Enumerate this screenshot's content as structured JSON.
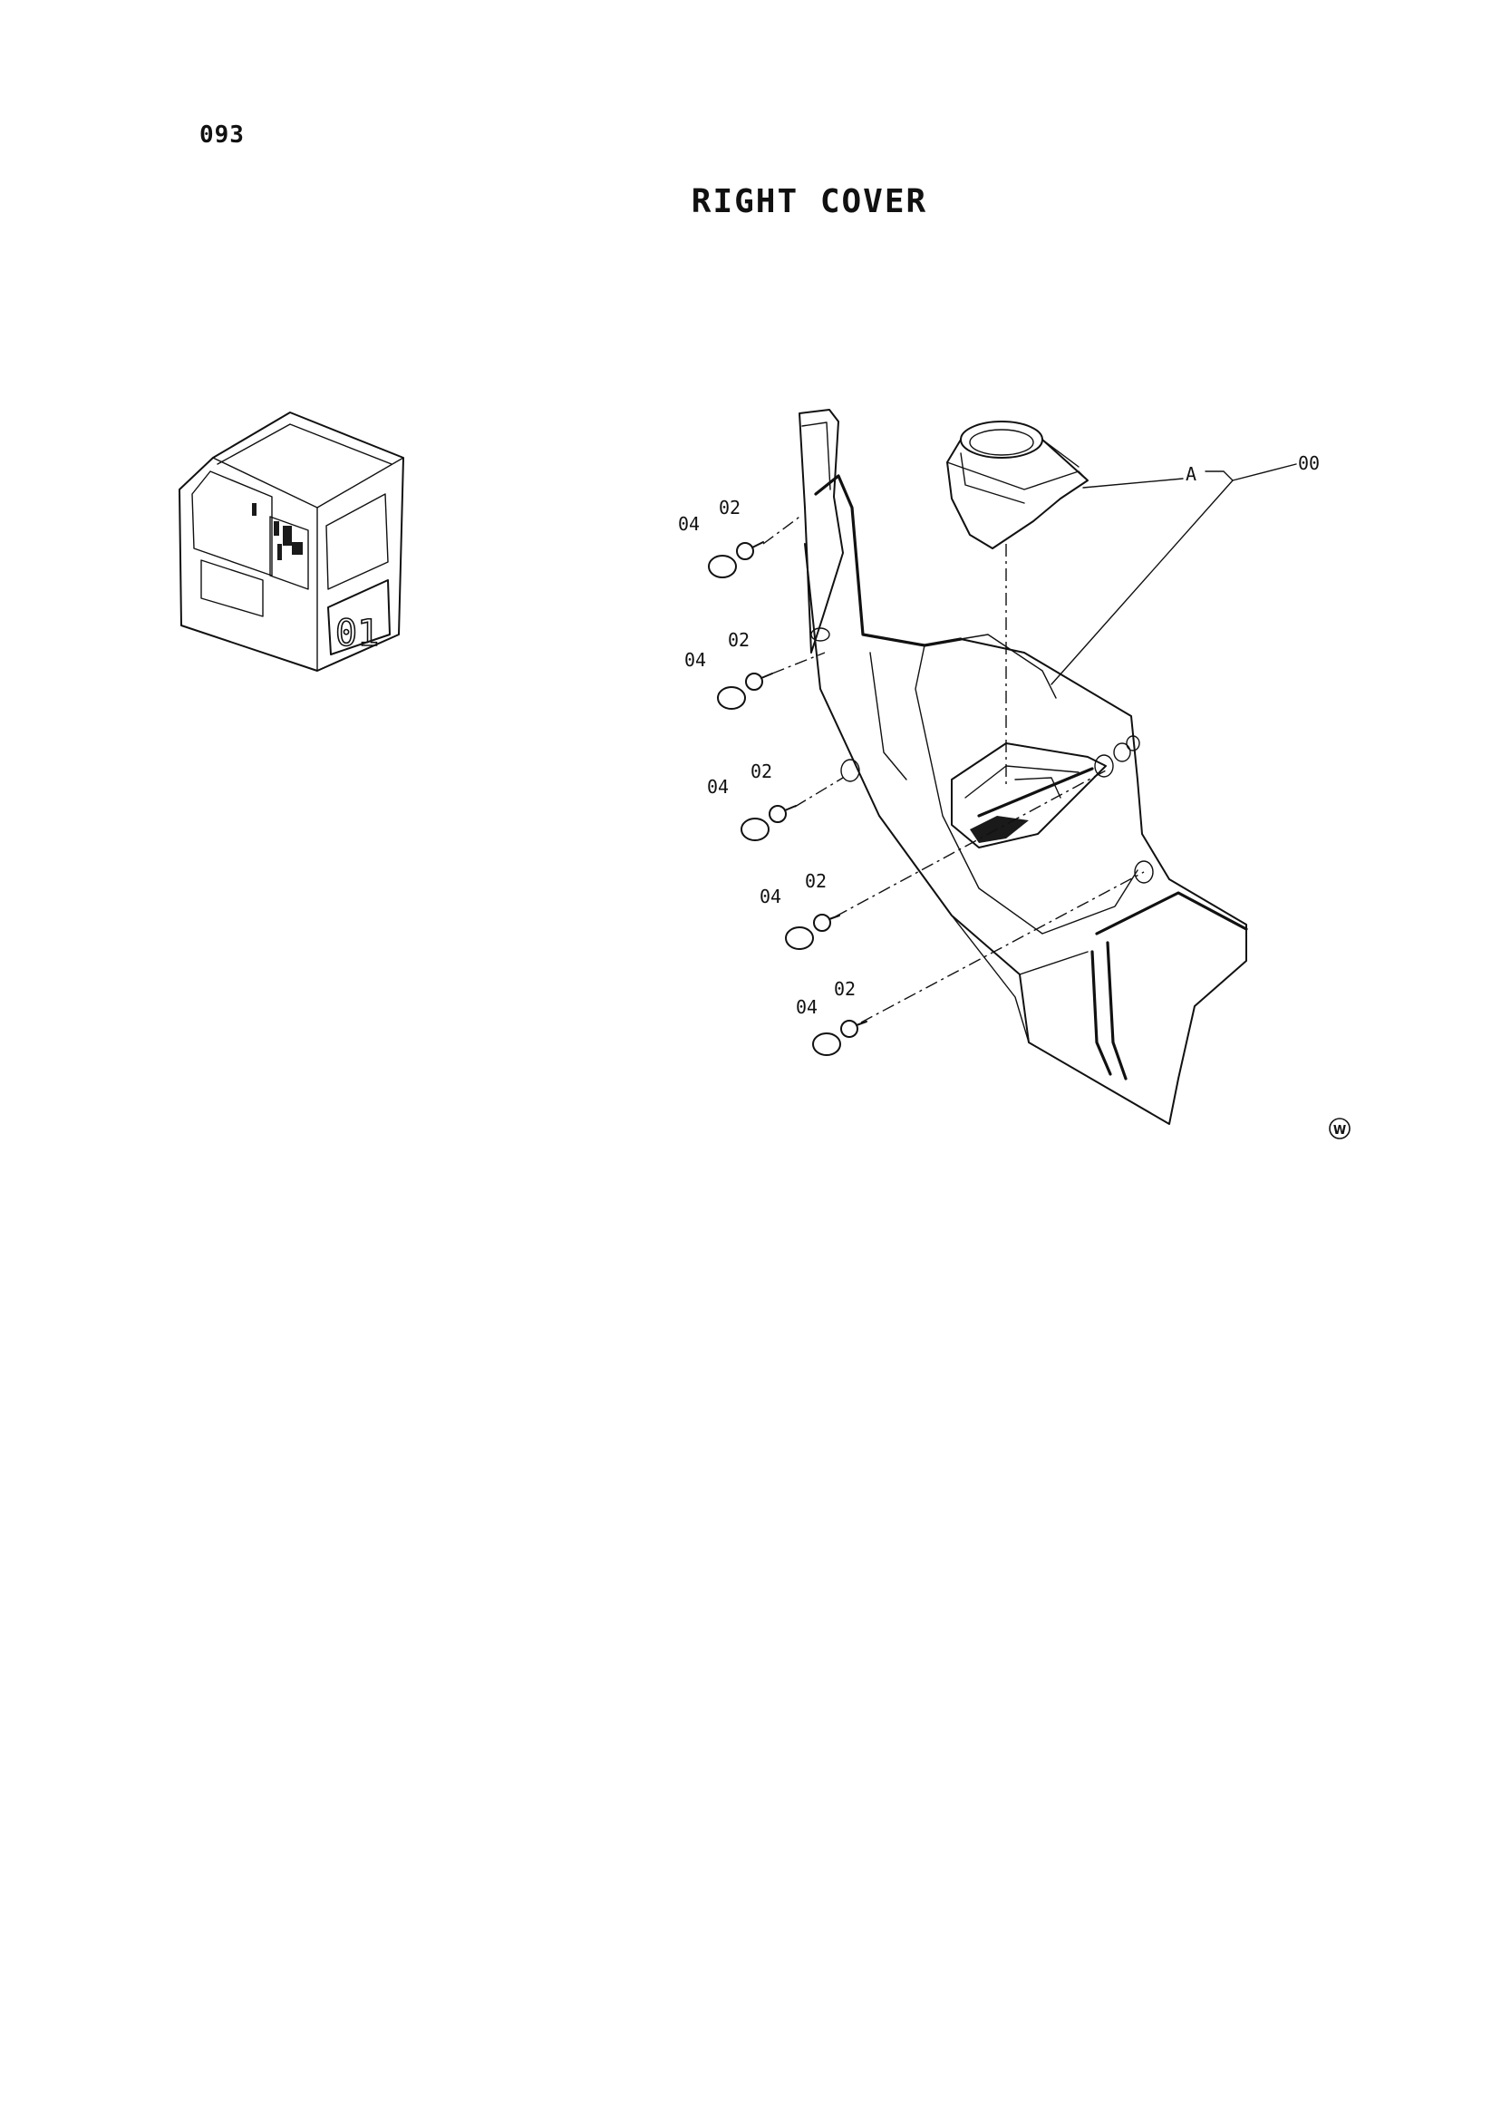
{
  "page": {
    "number": "093",
    "title": "RIGHT COVER"
  },
  "callouts": {
    "assembly": "00",
    "sub_a": "A",
    "bolt": "02",
    "cap": "04",
    "bolt_count": 5
  },
  "mark": {
    "symbol": "W"
  },
  "colors": {
    "line": "#111111",
    "background": "#ffffff"
  }
}
